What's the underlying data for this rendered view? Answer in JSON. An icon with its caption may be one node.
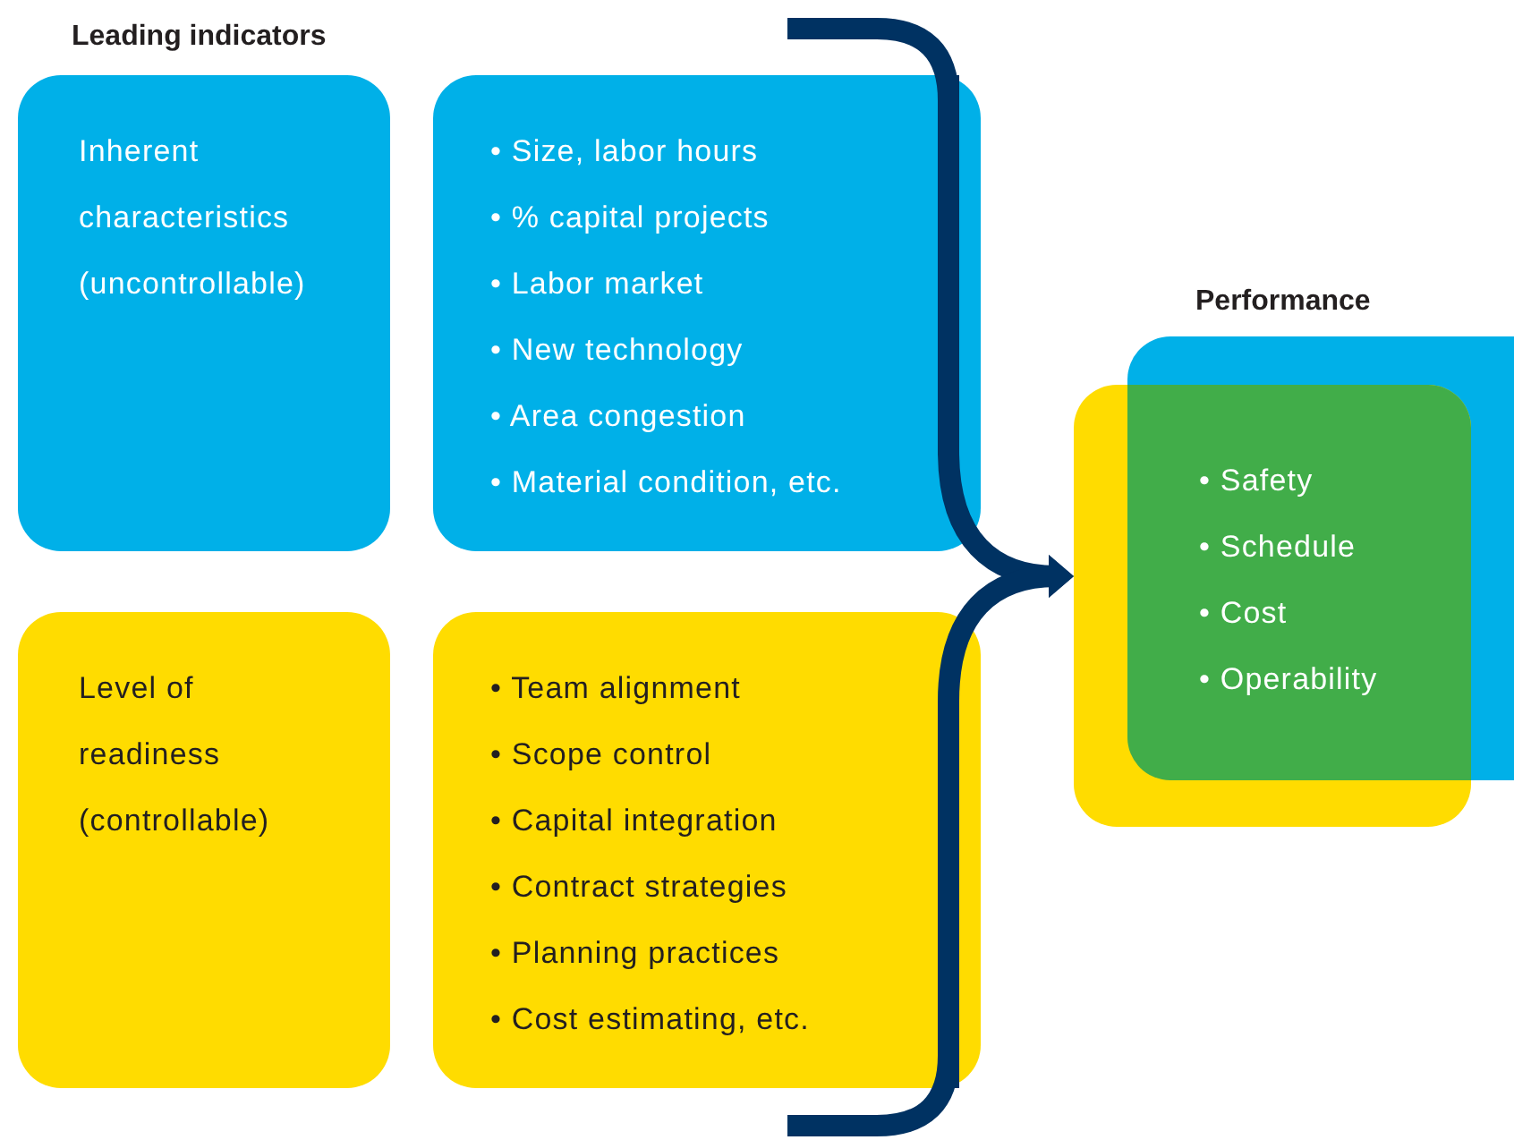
{
  "diagram": {
    "title": "Leading indicators",
    "nodes": [
      {
        "text": [
          "Inherent characteristics (uncontrollable)"
        ]
      },
      {
        "text": [
          "• Size, labor hours",
          "• % capital projects",
          "• Labor market",
          "• New technology",
          "• Area congestion",
          "• Material condition, etc."
        ]
      },
      {
        "text": [
          "Level of readiness (controllable)"
        ]
      },
      {
        "text": [
          "• Team alignment",
          "• Scope control",
          "• Capital integration",
          "• Contract strategies",
          "• Planning practices",
          "• Cost estimating, etc."
        ]
      },
      {
        "text": [
          "Performance",
          "• Safety",
          "• Schedule",
          "• Cost",
          "• Operability"
        ]
      }
    ],
    "edges": [
      {
        "from": 1,
        "to": 4,
        "arrow": "to"
      },
      {
        "from": 3,
        "to": 4,
        "arrow": "to"
      }
    ]
  }
}
